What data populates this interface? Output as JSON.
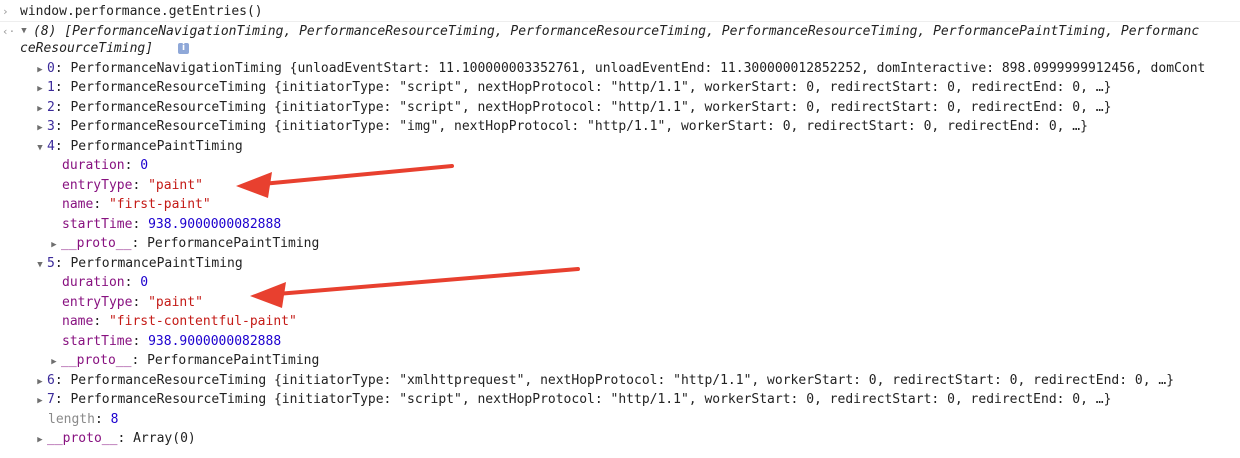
{
  "console": {
    "prompt_glyph": "›",
    "result_glyph": "‹·",
    "command": "window.performance.getEntries()",
    "summary_line1": "(8) [PerformanceNavigationTiming, PerformanceResourceTiming, PerformanceResourceTiming, PerformanceResourceTiming, PerformancePaintTiming, Performanc",
    "summary_line2": "ceResourceTiming]",
    "info_glyph": "i",
    "entries": [
      {
        "key": "0",
        "text": ": PerformanceNavigationTiming {unloadEventStart: 11.100000003352761, unloadEventEnd: 11.300000012852252, domInteractive: 898.0999999912456, domCont"
      },
      {
        "key": "1",
        "text": ": PerformanceResourceTiming {initiatorType: \"script\", nextHopProtocol: \"http/1.1\", workerStart: 0, redirectStart: 0, redirectEnd: 0, …}"
      },
      {
        "key": "2",
        "text": ": PerformanceResourceTiming {initiatorType: \"script\", nextHopProtocol: \"http/1.1\", workerStart: 0, redirectStart: 0, redirectEnd: 0, …}"
      },
      {
        "key": "3",
        "text": ": PerformanceResourceTiming {initiatorType: \"img\", nextHopProtocol: \"http/1.1\", workerStart: 0, redirectStart: 0, redirectEnd: 0, …}"
      }
    ],
    "paint_entries": [
      {
        "key": "4",
        "type": "PerformancePaintTiming",
        "duration": "0",
        "entryType": "\"paint\"",
        "name": "\"first-paint\"",
        "startTime": "938.9000000082888",
        "proto": "PerformancePaintTiming"
      },
      {
        "key": "5",
        "type": "PerformancePaintTiming",
        "duration": "0",
        "entryType": "\"paint\"",
        "name": "\"first-contentful-paint\"",
        "startTime": "938.9000000082888",
        "proto": "PerformancePaintTiming"
      }
    ],
    "tail_entries": [
      {
        "key": "6",
        "text": ": PerformanceResourceTiming {initiatorType: \"xmlhttprequest\", nextHopProtocol: \"http/1.1\", workerStart: 0, redirectStart: 0, redirectEnd: 0, …}"
      },
      {
        "key": "7",
        "text": ": PerformanceResourceTiming {initiatorType: \"script\", nextHopProtocol: \"http/1.1\", workerStart: 0, redirectStart: 0, redirectEnd: 0, …}"
      }
    ],
    "length_key": "length",
    "length_value": "8",
    "proto_key": "__proto__",
    "proto_value": "Array(0)",
    "labels": {
      "duration": "duration",
      "entryType": "entryType",
      "name": "name",
      "startTime": "startTime",
      "proto": "__proto__"
    }
  },
  "colors": {
    "annotation_arrow": "#e8402f",
    "string": "#c41a16",
    "number": "#1c00cf",
    "key": "#881280"
  }
}
